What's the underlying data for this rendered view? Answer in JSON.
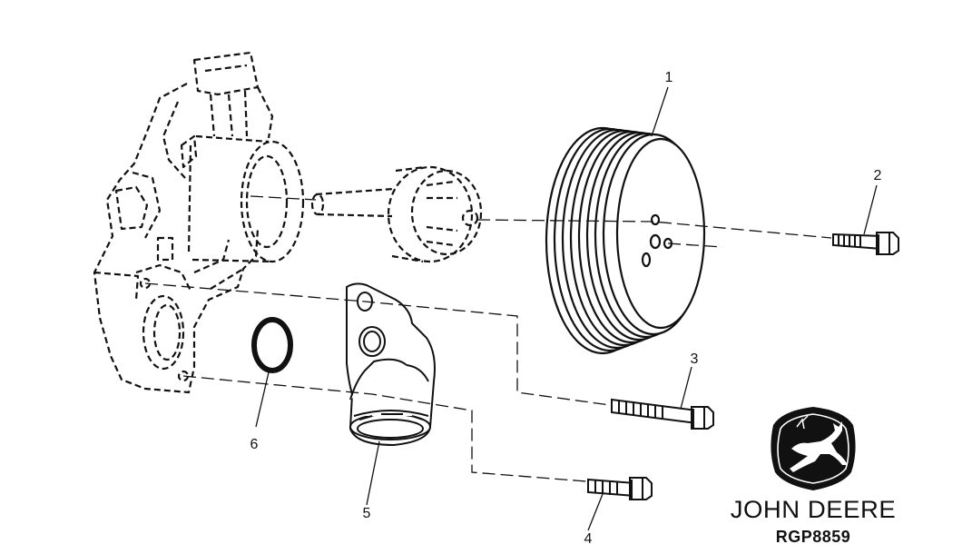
{
  "diagram": {
    "callouts": [
      "1",
      "2",
      "3",
      "4",
      "5",
      "6"
    ]
  },
  "brand": {
    "logo_icon": "leaping-deer-logo-icon",
    "name": "JOHN DEERE",
    "figure_id": "RGP8859"
  }
}
